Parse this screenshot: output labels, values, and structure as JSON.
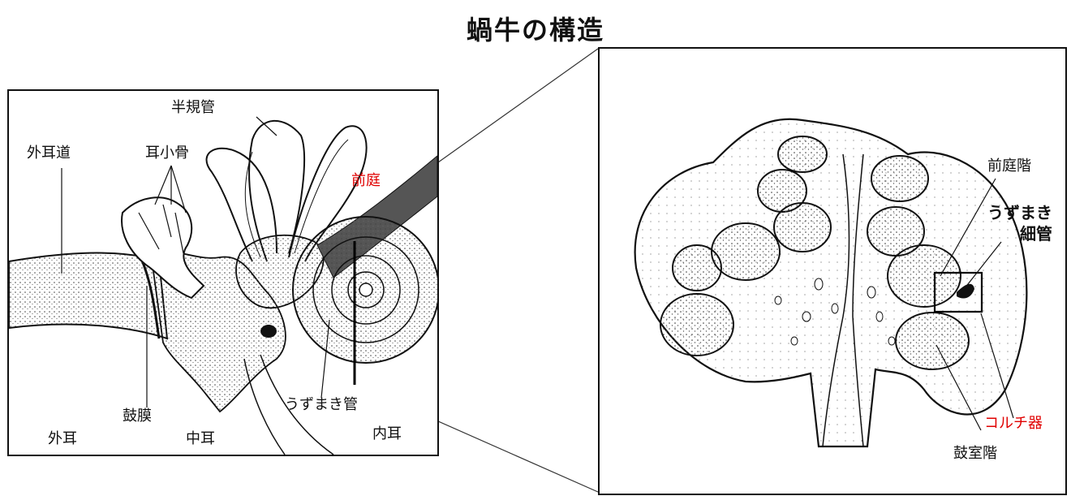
{
  "title": "蝸牛の構造",
  "left": {
    "semicircular_canals": "半規管",
    "external_ear_canal": "外耳道",
    "ossicles": "耳小骨",
    "vestibule": "前庭",
    "cochlea": "うずまき管",
    "eardrum": "鼓膜",
    "outer_ear": "外耳",
    "middle_ear": "中耳",
    "inner_ear": "内耳"
  },
  "right": {
    "scala_vestibuli": "前庭階",
    "cochlear_duct_line1": "うずまき",
    "cochlear_duct_line2": "細管",
    "organ_of_corti": "コルチ器",
    "scala_tympani": "鼓室階"
  },
  "colors": {
    "highlight": "#e00000",
    "ink": "#111111"
  }
}
